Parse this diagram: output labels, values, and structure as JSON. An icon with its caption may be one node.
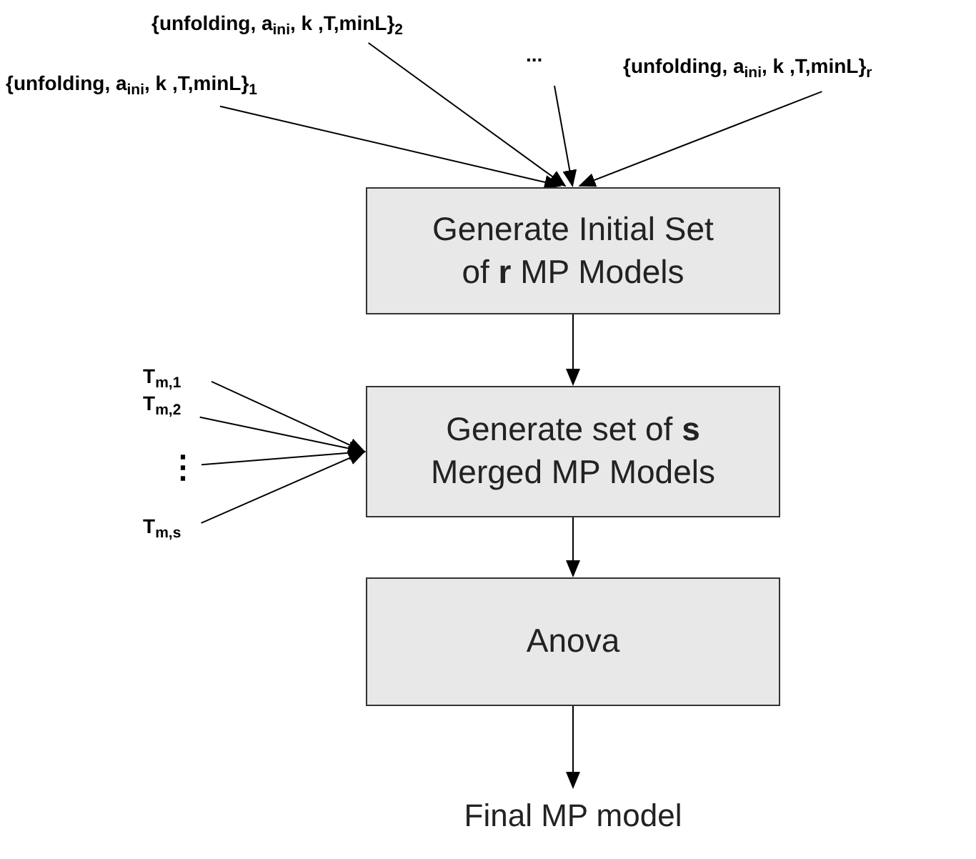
{
  "diagram": {
    "nodes": [
      {
        "text": [
          "{unfolding, a$_{ini}$, k ,T,minL}$_{1}$"
        ]
      },
      {
        "text": [
          "{unfolding, a$_{ini}$, k ,T,minL}$_{2}$"
        ]
      },
      {
        "text": [
          "..."
        ]
      },
      {
        "text": [
          "{unfolding, a$_{ini}$, k ,T,minL}$_{r}$"
        ]
      },
      {
        "text": [
          "Generate Initial Set of **r** MP Models"
        ]
      },
      {
        "text": [
          "T$_{m,1}$"
        ]
      },
      {
        "text": [
          "T$_{m,2}$"
        ]
      },
      {
        "text": [
          "⋮"
        ]
      },
      {
        "text": [
          "T$_{m,s}$"
        ]
      },
      {
        "text": [
          "Generate set of **s** Merged MP Models"
        ]
      },
      {
        "text": [
          "Anova"
        ]
      },
      {
        "text": [
          "Final MP model"
        ]
      }
    ],
    "edges": [
      {
        "from": 0,
        "to": 4,
        "arrow": "to"
      },
      {
        "from": 1,
        "to": 4,
        "arrow": "to"
      },
      {
        "from": 2,
        "to": 4,
        "arrow": "to"
      },
      {
        "from": 3,
        "to": 4,
        "arrow": "to"
      },
      {
        "from": 4,
        "to": 9,
        "arrow": "to"
      },
      {
        "from": 5,
        "to": 9,
        "arrow": "to"
      },
      {
        "from": 6,
        "to": 9,
        "arrow": "to"
      },
      {
        "from": 7,
        "to": 9,
        "arrow": "to"
      },
      {
        "from": 8,
        "to": 9,
        "arrow": "to"
      },
      {
        "from": 9,
        "to": 10,
        "arrow": "to"
      },
      {
        "from": 10,
        "to": 11,
        "arrow": "to"
      }
    ]
  }
}
